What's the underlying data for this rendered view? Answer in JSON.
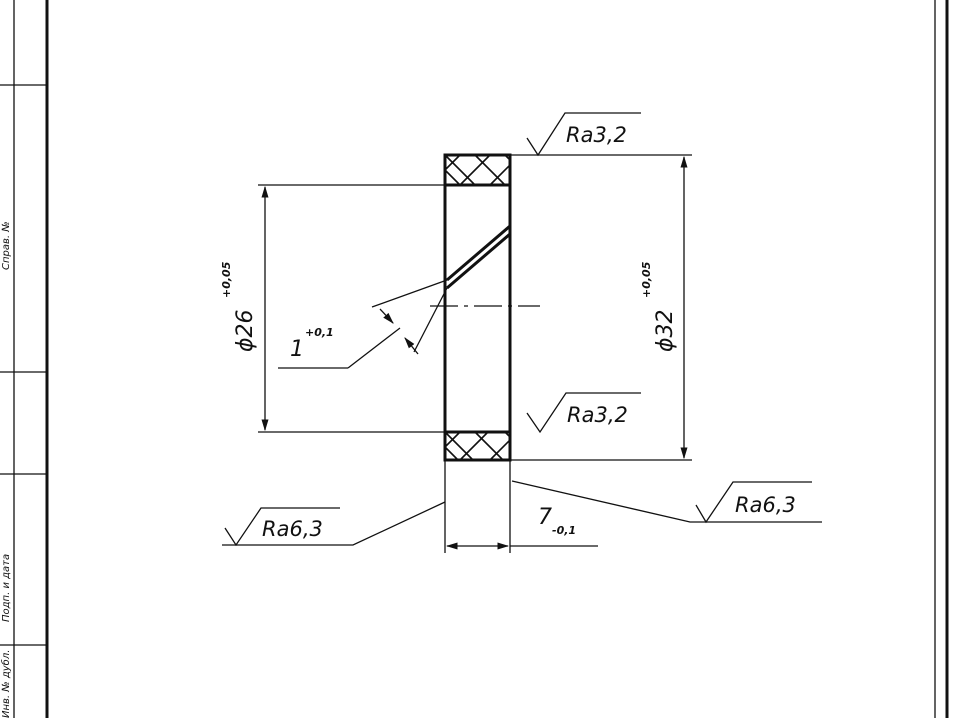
{
  "side_strip": {
    "labels": [
      "Справ. №",
      "Подп. и дата",
      "Инв. № дубл."
    ]
  },
  "dimensions": {
    "inner_diameter": {
      "text": "ϕ26",
      "tolerance": "+0,05"
    },
    "outer_diameter": {
      "text": "ϕ32",
      "tolerance": "+0,05"
    },
    "slot_width": {
      "text": "1",
      "tolerance": "+0,1"
    },
    "thickness": {
      "text": "7",
      "tolerance": "-0,1"
    }
  },
  "roughness": {
    "outer_top": "Ra3,2",
    "inner_bottom": "Ra3,2",
    "left_face": "Ra6,3",
    "right_face": "Ra6,3"
  }
}
